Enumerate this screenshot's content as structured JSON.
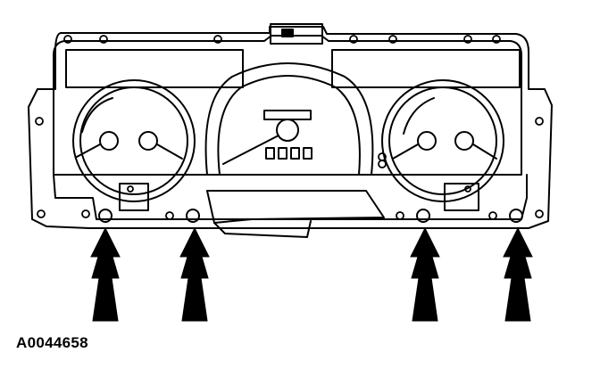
{
  "figure": {
    "id_label": "A0044658"
  },
  "colors": {
    "line": "#000000",
    "background": "#ffffff"
  },
  "callouts": [
    {
      "name": "arrow-nut-1",
      "icon": "up-arrow-icon"
    },
    {
      "name": "arrow-nut-2",
      "icon": "up-arrow-icon"
    },
    {
      "name": "arrow-nut-3",
      "icon": "up-arrow-icon"
    },
    {
      "name": "arrow-nut-4",
      "icon": "up-arrow-icon"
    }
  ]
}
